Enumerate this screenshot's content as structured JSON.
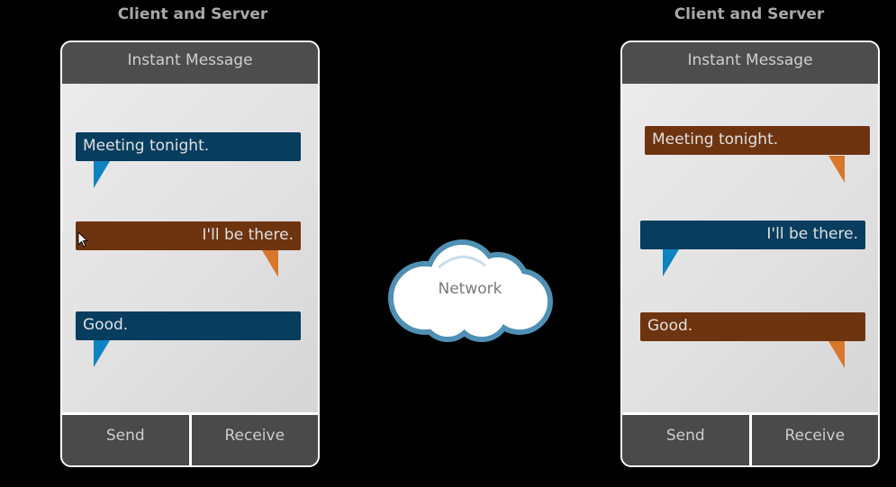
{
  "left": {
    "heading": "Client and Server",
    "title": "Instant Message",
    "messages": [
      {
        "text": "Meeting tonight.",
        "color": "blue"
      },
      {
        "text": "I'll be there.",
        "color": "brown"
      },
      {
        "text": "Good.",
        "color": "blue"
      }
    ],
    "buttons": {
      "send": "Send",
      "receive": "Receive"
    }
  },
  "right": {
    "heading": "Client and Server",
    "title": "Instant Message",
    "messages": [
      {
        "text": "Meeting tonight.",
        "color": "brown"
      },
      {
        "text": "I'll be there.",
        "color": "blue"
      },
      {
        "text": "Good.",
        "color": "brown"
      }
    ],
    "buttons": {
      "send": "Send",
      "receive": "Receive"
    }
  },
  "network": {
    "label": "Network"
  },
  "colors": {
    "background": "#000000",
    "bubble_blue": "#073d5f",
    "bubble_brown": "#6e3410",
    "tail_blue": "#0d84c1",
    "tail_orange": "#d8772b",
    "cloud_outline": "#4f90b4"
  }
}
